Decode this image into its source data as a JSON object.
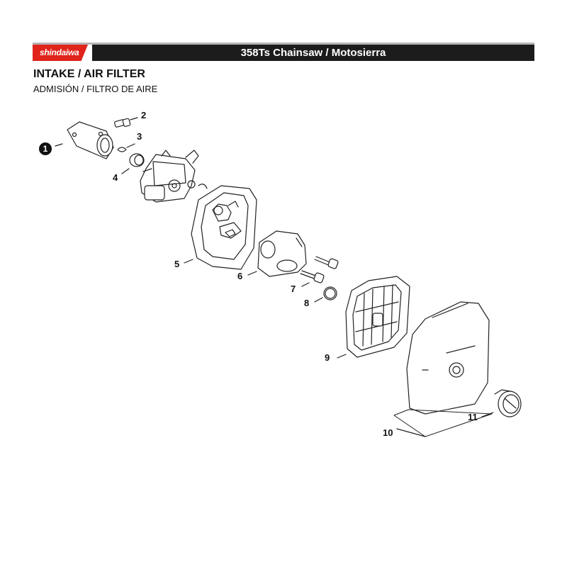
{
  "header": {
    "brand": "shindaiwa",
    "title": "358Ts Chainsaw / Motosierra"
  },
  "section": {
    "title": "INTAKE / AIR FILTER",
    "subtitle": "ADMISIÓN / FILTRO DE AIRE"
  },
  "callouts": [
    "1",
    "2",
    "3",
    "4",
    "5",
    "6",
    "7",
    "8",
    "9",
    "10",
    "11"
  ],
  "colors": {
    "brand": "#e0241b",
    "header_bar": "#1c1c1c"
  }
}
